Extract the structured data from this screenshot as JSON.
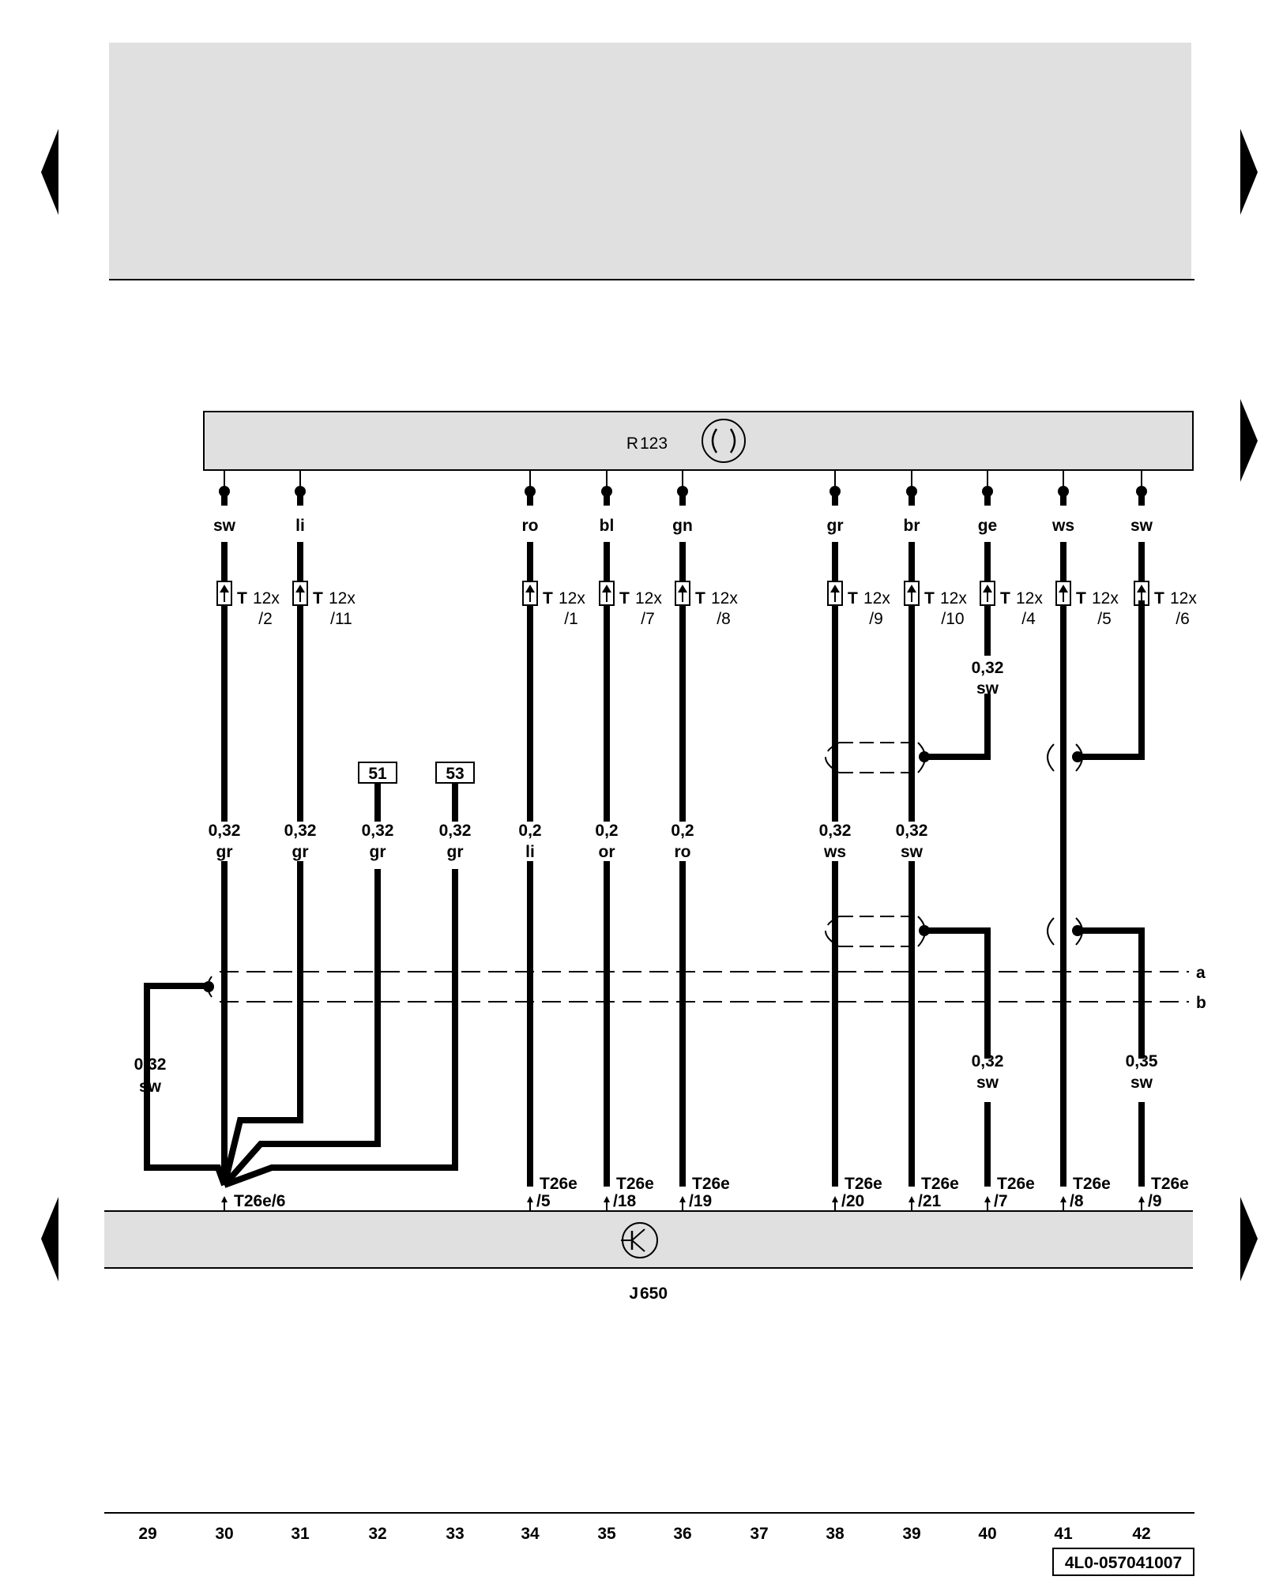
{
  "components": {
    "top": {
      "name": "R",
      "subscript": "123"
    },
    "bottom": {
      "name": "J",
      "subscript": "650"
    }
  },
  "connector_top": {
    "prefix": "T",
    "subscript": "12x"
  },
  "connector_bottom": "T26e",
  "wires": [
    {
      "track": "30",
      "color_top": "sw",
      "pin": "/2",
      "size": "0,32",
      "color": "gr",
      "ecu_pin": "T26e/6"
    },
    {
      "track": "31",
      "color_top": "li",
      "pin": "/11",
      "size": "0,32",
      "color": "gr"
    },
    {
      "track": "34",
      "color_top": "ro",
      "pin": "/1",
      "size": "0,2",
      "color": "li",
      "ecu_pin": "/5"
    },
    {
      "track": "35",
      "color_top": "bl",
      "pin": "/7",
      "size": "0,2",
      "color": "or",
      "ecu_pin": "/18"
    },
    {
      "track": "36",
      "color_top": "gn",
      "pin": "/8",
      "size": "0,2",
      "color": "ro",
      "ecu_pin": "/19"
    },
    {
      "track": "38",
      "color_top": "gr",
      "pin": "/9",
      "size": "0,32",
      "color": "ws",
      "ecu_pin": "/20"
    },
    {
      "track": "39",
      "color_top": "br",
      "pin": "/10",
      "size": "0,32",
      "color": "sw",
      "ecu_pin": "/21"
    },
    {
      "track": "40",
      "color_top": "ge",
      "pin": "/4",
      "size_mid": "0,32",
      "color_mid": "sw",
      "size": "0,32",
      "color": "sw",
      "ecu_pin": "/7"
    },
    {
      "track": "41",
      "color_top": "ws",
      "pin": "/5",
      "ecu_pin": "/8"
    },
    {
      "track": "42",
      "color_top": "sw",
      "pin": "/6",
      "size": "0,35",
      "color": "sw",
      "ecu_pin": "/9"
    }
  ],
  "references": [
    {
      "track": "32",
      "box": "51",
      "size": "0,32",
      "color": "gr"
    },
    {
      "track": "33",
      "box": "53",
      "size": "0,32",
      "color": "gr"
    }
  ],
  "shield_wire": {
    "size": "0,32",
    "color": "sw"
  },
  "shield_labels": [
    "a",
    "b"
  ],
  "track_numbers": [
    "29",
    "30",
    "31",
    "32",
    "33",
    "34",
    "35",
    "36",
    "37",
    "38",
    "39",
    "40",
    "41",
    "42"
  ],
  "footer_code": "4L0-057041007",
  "colors": {
    "header_fill": "#e0e0e0",
    "component_fill": "#e0e0e0",
    "line": "#000000"
  }
}
